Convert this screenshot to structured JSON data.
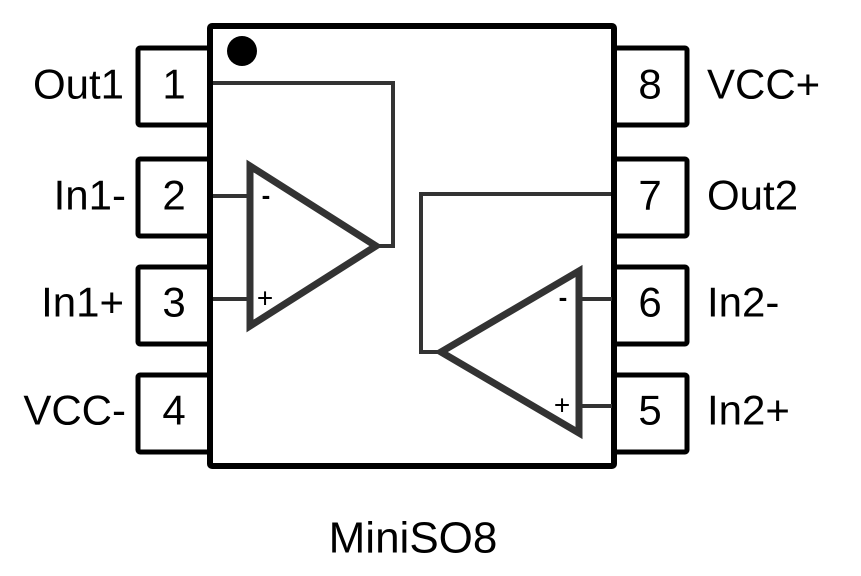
{
  "diagram": {
    "title": "Dual op-amp pinout",
    "package_label": "MiniSO8",
    "pin1_marker": "pin-1-dot",
    "pins": [
      {
        "number": "1",
        "name": "Out1",
        "side": "left"
      },
      {
        "number": "2",
        "name": "In1-",
        "side": "left"
      },
      {
        "number": "3",
        "name": "In1+",
        "side": "left"
      },
      {
        "number": "4",
        "name": "VCC-",
        "side": "left"
      },
      {
        "number": "5",
        "name": "In2+",
        "side": "right"
      },
      {
        "number": "6",
        "name": "In2-",
        "side": "right"
      },
      {
        "number": "7",
        "name": "Out2",
        "side": "right"
      },
      {
        "number": "8",
        "name": "VCC+",
        "side": "right"
      }
    ],
    "opamps": [
      {
        "name": "opamp-1",
        "inverting_label": "-",
        "noninverting_label": "+",
        "inverting_pin": "2",
        "noninverting_pin": "3",
        "output_pin": "1"
      },
      {
        "name": "opamp-2",
        "inverting_label": "-",
        "noninverting_label": "+",
        "inverting_pin": "6",
        "noninverting_pin": "5",
        "output_pin": "7"
      }
    ],
    "colors": {
      "outline": "#000000",
      "wire": "#333333",
      "background": "#ffffff"
    }
  }
}
